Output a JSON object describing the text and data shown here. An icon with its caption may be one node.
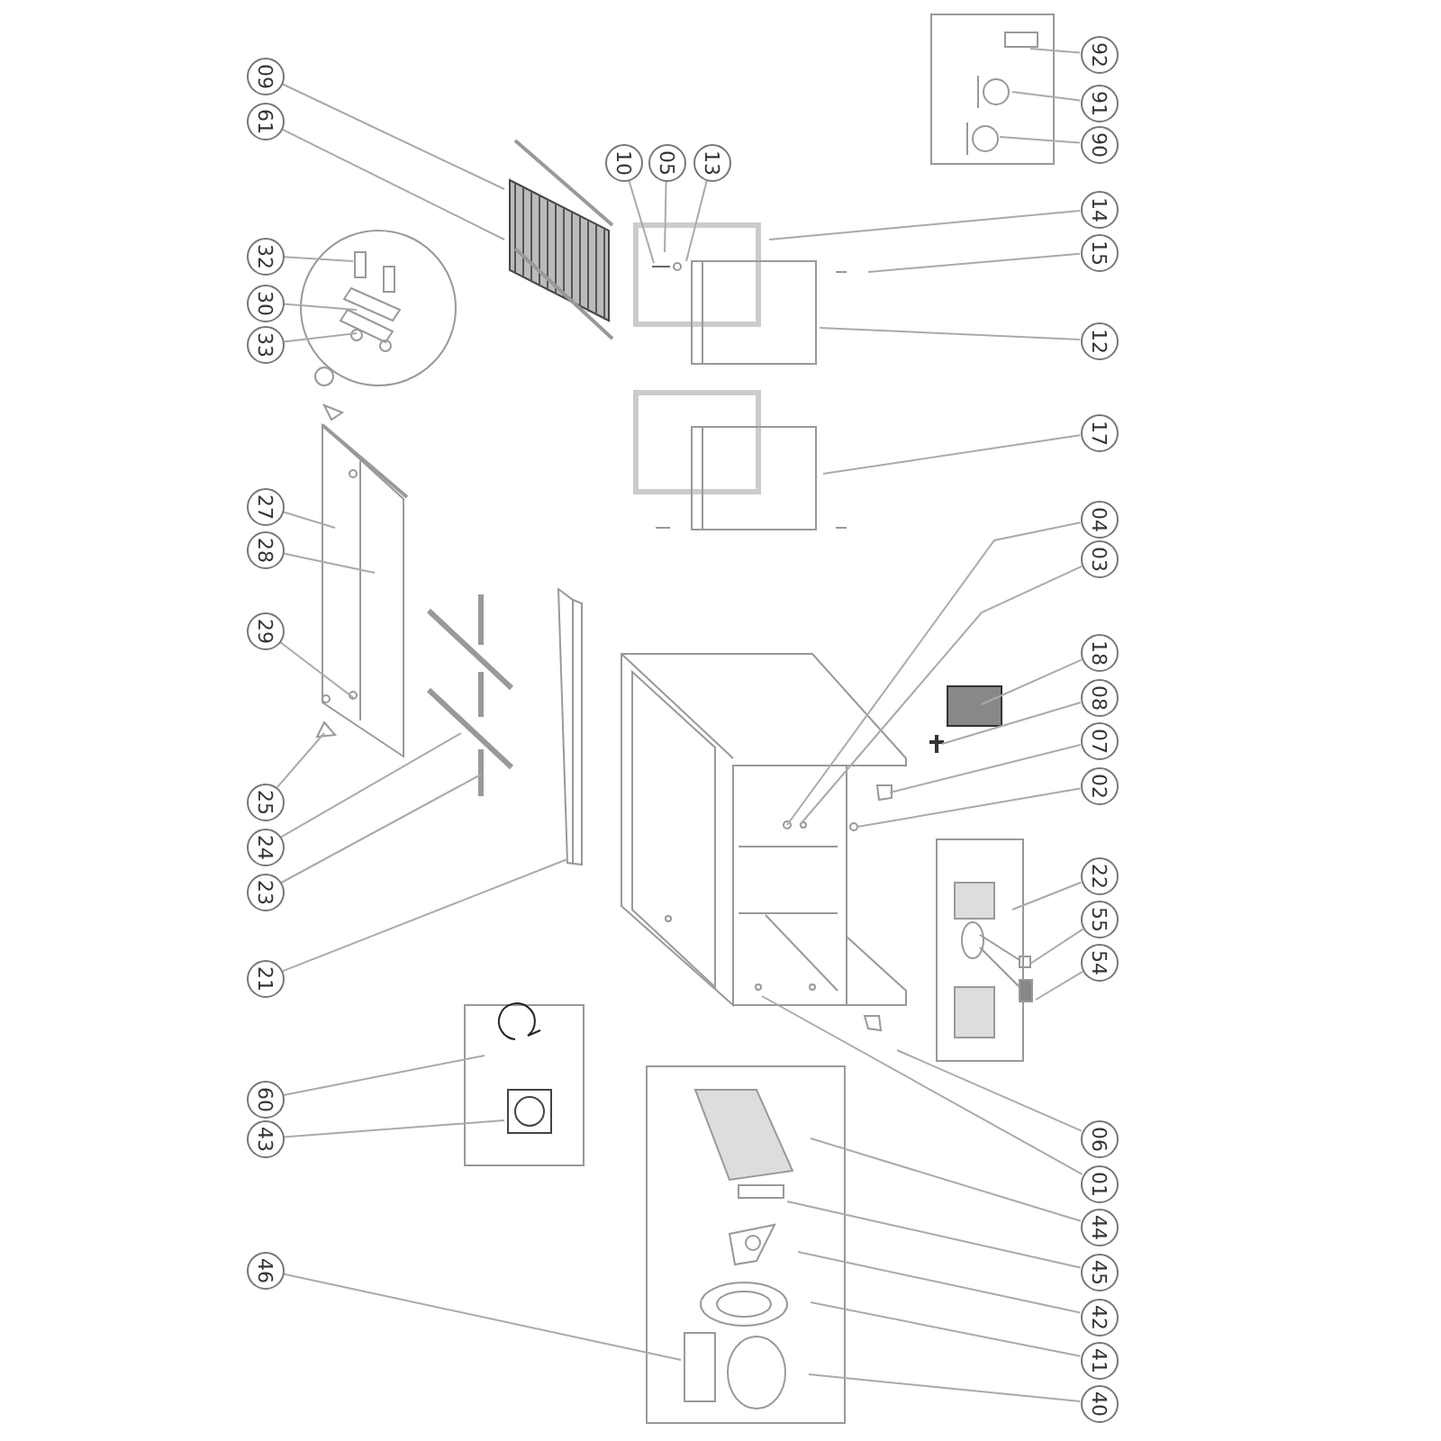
{
  "diagram": {
    "nodes": [
      {
        "text": [
          "09"
        ]
      },
      {
        "text": [
          "61"
        ]
      },
      {
        "text": [
          "32"
        ]
      },
      {
        "text": [
          "30"
        ]
      },
      {
        "text": [
          "33"
        ]
      },
      {
        "text": [
          "27"
        ]
      },
      {
        "text": [
          "28"
        ]
      },
      {
        "text": [
          "29"
        ]
      },
      {
        "text": [
          "25"
        ]
      },
      {
        "text": [
          "24"
        ]
      },
      {
        "text": [
          "23"
        ]
      },
      {
        "text": [
          "21"
        ]
      },
      {
        "text": [
          "60"
        ]
      },
      {
        "text": [
          "43"
        ]
      },
      {
        "text": [
          "46"
        ]
      },
      {
        "text": [
          "10"
        ]
      },
      {
        "text": [
          "05"
        ]
      },
      {
        "text": [
          "13"
        ]
      },
      {
        "text": [
          "92"
        ]
      },
      {
        "text": [
          "91"
        ]
      },
      {
        "text": [
          "90"
        ]
      },
      {
        "text": [
          "14"
        ]
      },
      {
        "text": [
          "15"
        ]
      },
      {
        "text": [
          "12"
        ]
      },
      {
        "text": [
          "17"
        ]
      },
      {
        "text": [
          "04"
        ]
      },
      {
        "text": [
          "03"
        ]
      },
      {
        "text": [
          "18"
        ]
      },
      {
        "text": [
          "08"
        ]
      },
      {
        "text": [
          "07"
        ]
      },
      {
        "text": [
          "02"
        ]
      },
      {
        "text": [
          "22"
        ]
      },
      {
        "text": [
          "55"
        ]
      },
      {
        "text": [
          "54"
        ]
      },
      {
        "text": [
          "06"
        ]
      },
      {
        "text": [
          "01"
        ]
      },
      {
        "text": [
          "44"
        ]
      },
      {
        "text": [
          "45"
        ]
      },
      {
        "text": [
          "42"
        ]
      },
      {
        "text": [
          "41"
        ]
      },
      {
        "text": [
          "40"
        ]
      }
    ],
    "edges": [
      {
        "from": 0,
        "to": null,
        "arrow": "none"
      },
      {
        "from": 1,
        "to": null,
        "arrow": "none"
      },
      {
        "from": 2,
        "to": null,
        "arrow": "none"
      },
      {
        "from": 3,
        "to": null,
        "arrow": "none"
      },
      {
        "from": 4,
        "to": null,
        "arrow": "none"
      },
      {
        "from": 5,
        "to": null,
        "arrow": "none"
      },
      {
        "from": 6,
        "to": null,
        "arrow": "none"
      },
      {
        "from": 7,
        "to": null,
        "arrow": "none"
      },
      {
        "from": 8,
        "to": null,
        "arrow": "none"
      },
      {
        "from": 9,
        "to": null,
        "arrow": "none"
      },
      {
        "from": 10,
        "to": null,
        "arrow": "none"
      },
      {
        "from": 11,
        "to": null,
        "arrow": "none"
      },
      {
        "from": 12,
        "to": null,
        "arrow": "none"
      },
      {
        "from": 13,
        "to": null,
        "arrow": "none"
      },
      {
        "from": 14,
        "to": null,
        "arrow": "none"
      },
      {
        "from": 15,
        "to": null,
        "arrow": "none"
      },
      {
        "from": 16,
        "to": null,
        "arrow": "none"
      },
      {
        "from": 17,
        "to": null,
        "arrow": "none"
      },
      {
        "from": 18,
        "to": null,
        "arrow": "none"
      },
      {
        "from": 19,
        "to": null,
        "arrow": "none"
      },
      {
        "from": 20,
        "to": null,
        "arrow": "none"
      },
      {
        "from": 21,
        "to": null,
        "arrow": "none"
      },
      {
        "from": 22,
        "to": null,
        "arrow": "none"
      },
      {
        "from": 23,
        "to": null,
        "arrow": "none"
      },
      {
        "from": 24,
        "to": null,
        "arrow": "none"
      },
      {
        "from": 25,
        "to": null,
        "arrow": "none"
      },
      {
        "from": 26,
        "to": null,
        "arrow": "none"
      },
      {
        "from": 27,
        "to": null,
        "arrow": "none"
      },
      {
        "from": 28,
        "to": null,
        "arrow": "none"
      },
      {
        "from": 29,
        "to": null,
        "arrow": "none"
      },
      {
        "from": 30,
        "to": null,
        "arrow": "none"
      },
      {
        "from": 31,
        "to": null,
        "arrow": "none"
      },
      {
        "from": 32,
        "to": null,
        "arrow": "none"
      },
      {
        "from": 33,
        "to": null,
        "arrow": "none"
      },
      {
        "from": 34,
        "to": null,
        "arrow": "none"
      },
      {
        "from": 35,
        "to": null,
        "arrow": "none"
      },
      {
        "from": 36,
        "to": null,
        "arrow": "none"
      },
      {
        "from": 37,
        "to": null,
        "arrow": "none"
      },
      {
        "from": 38,
        "to": null,
        "arrow": "none"
      },
      {
        "from": 39,
        "to": null,
        "arrow": "none"
      },
      {
        "from": 40,
        "to": null,
        "arrow": "none"
      }
    ]
  }
}
